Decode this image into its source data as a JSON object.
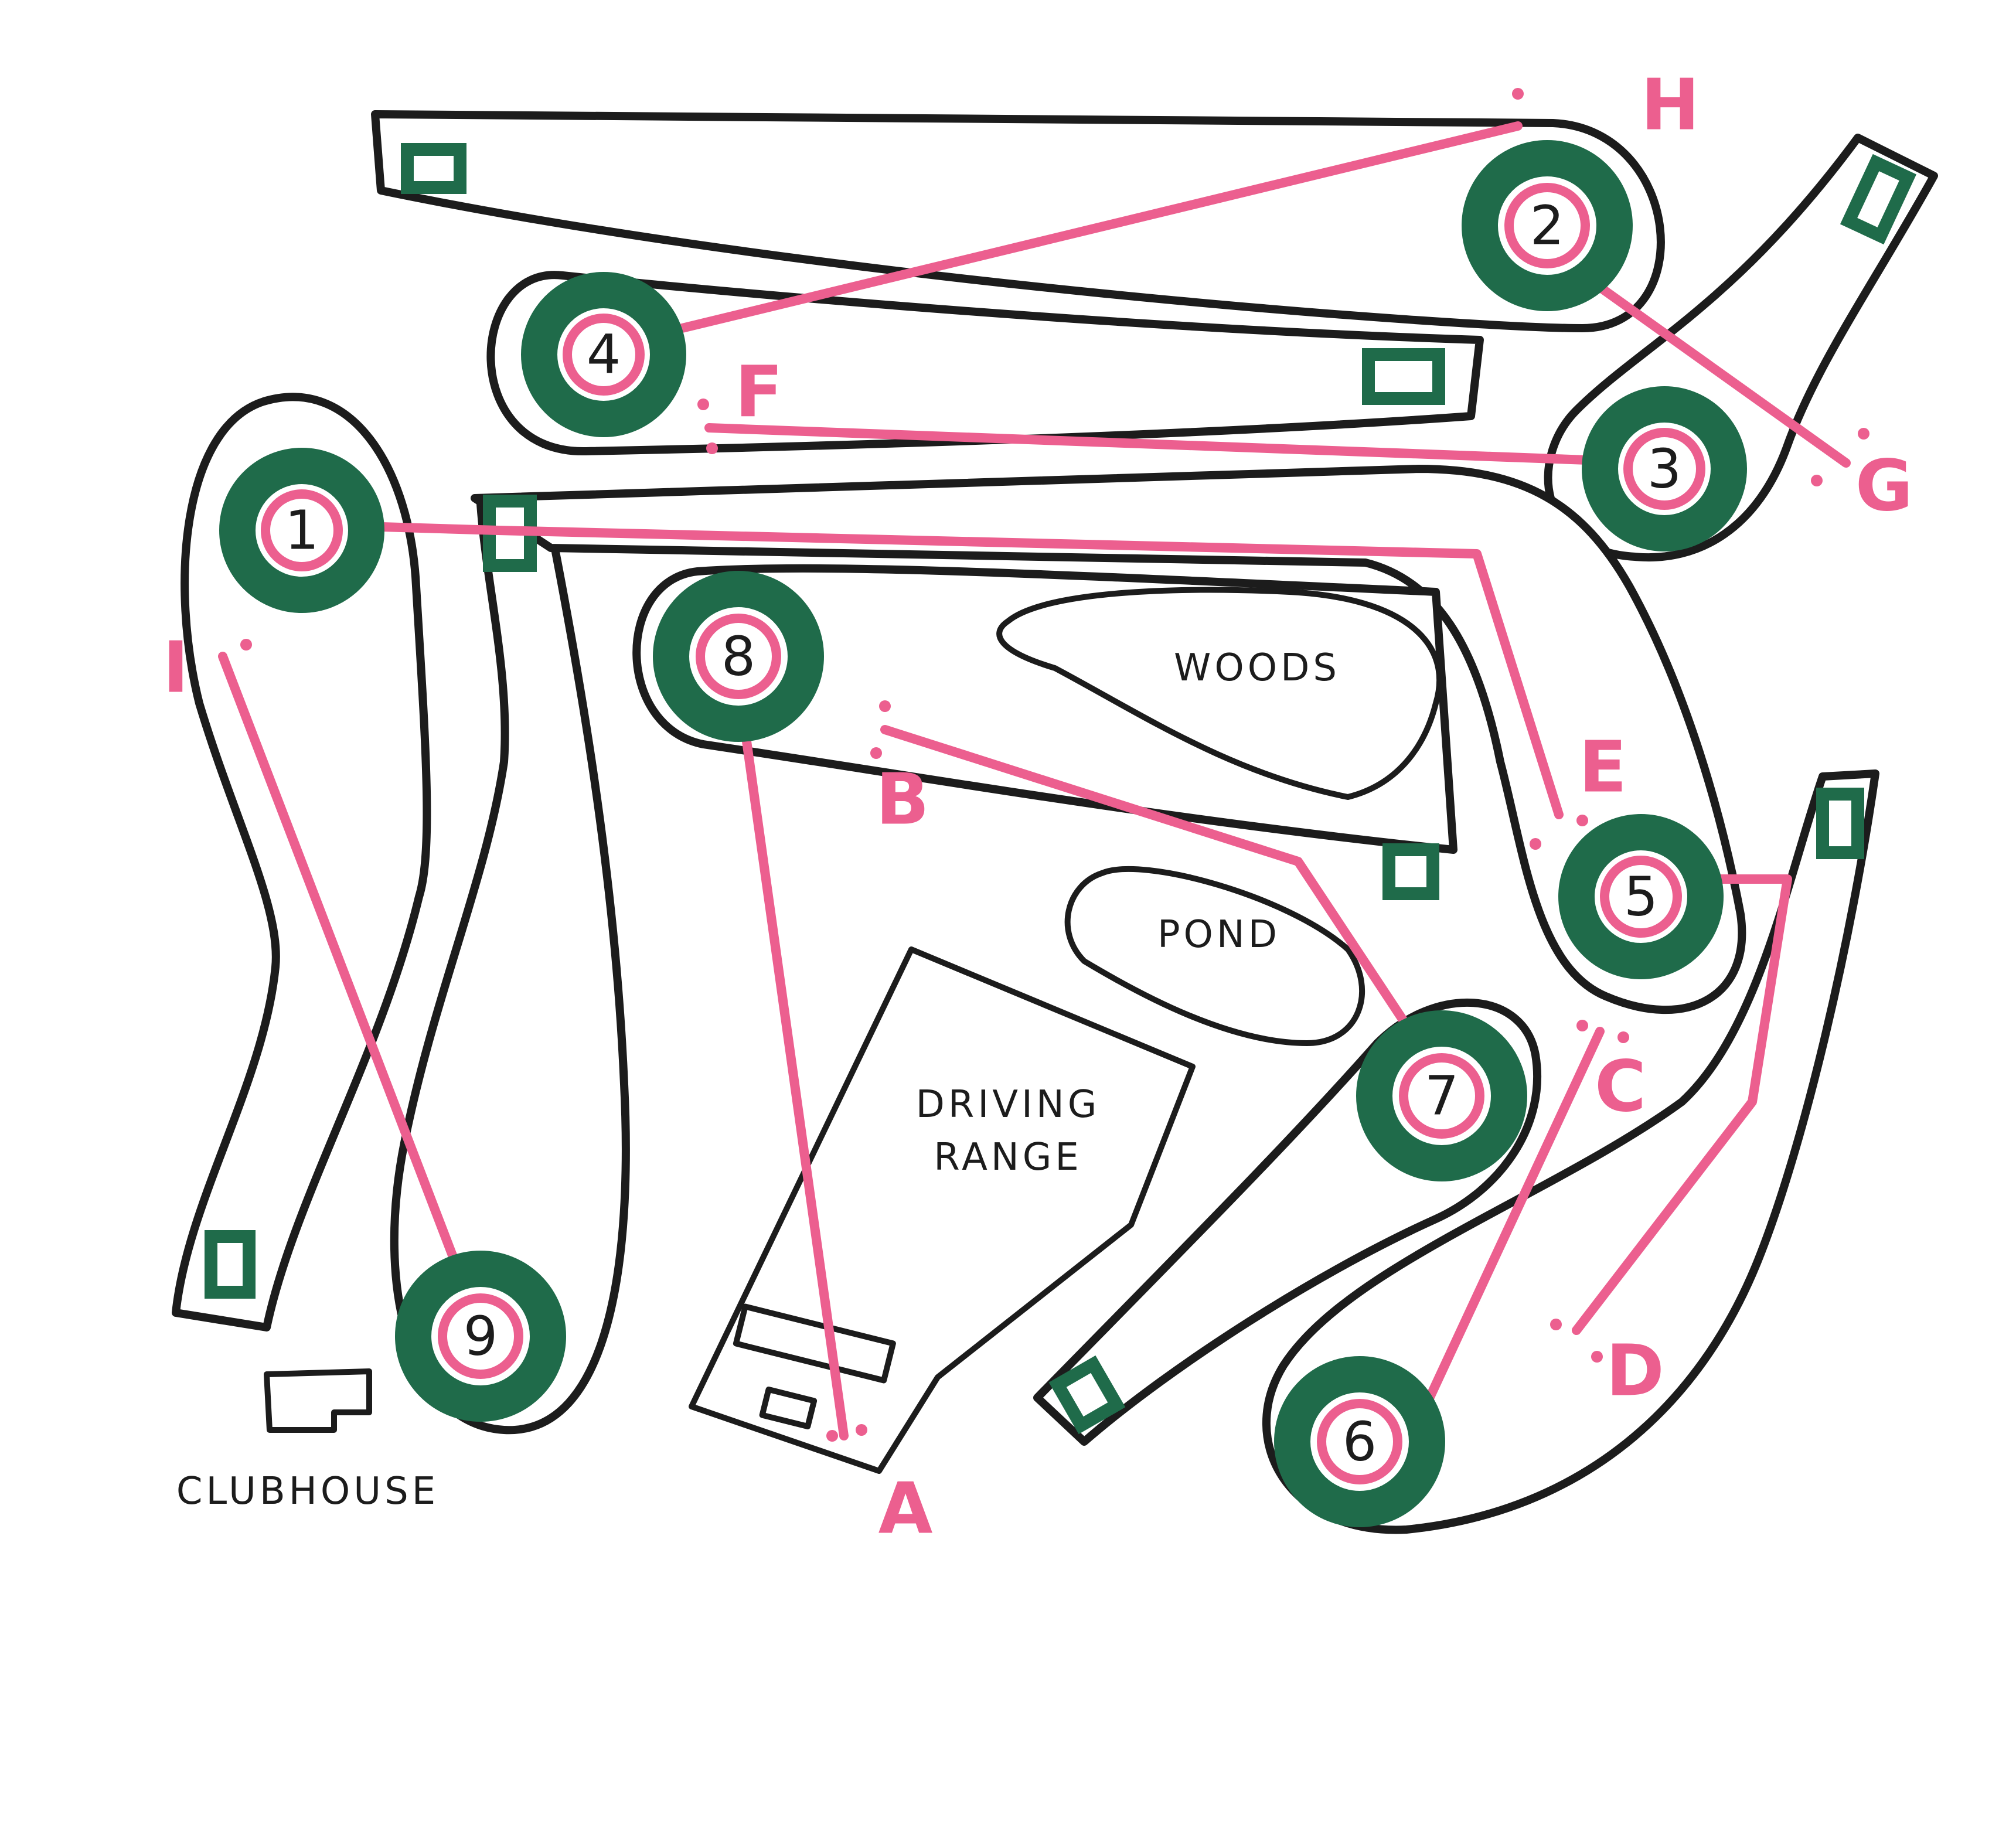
{
  "colors": {
    "outline": "#1c1c1c",
    "green": "#1f6b4a",
    "route": "#ec5f8f",
    "background": "#ffffff"
  },
  "holes": [
    {
      "label": "1"
    },
    {
      "label": "2"
    },
    {
      "label": "3"
    },
    {
      "label": "4"
    },
    {
      "label": "5"
    },
    {
      "label": "6"
    },
    {
      "label": "7"
    },
    {
      "label": "8"
    },
    {
      "label": "9"
    }
  ],
  "markers": [
    {
      "label": "A"
    },
    {
      "label": "B"
    },
    {
      "label": "C"
    },
    {
      "label": "D"
    },
    {
      "label": "E"
    },
    {
      "label": "F"
    },
    {
      "label": "G"
    },
    {
      "label": "H"
    },
    {
      "label": "I"
    }
  ],
  "landmarks": {
    "woods": "WOODS",
    "pond": "POND",
    "driving_range_line1": "DRIVING",
    "driving_range_line2": "RANGE",
    "clubhouse": "CLUBHOUSE"
  }
}
